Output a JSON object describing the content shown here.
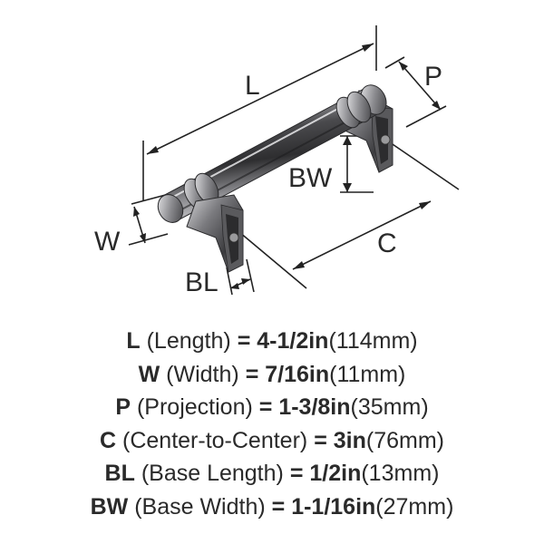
{
  "labels": {
    "length": "L",
    "projection": "P",
    "base_width": "BW",
    "width": "W",
    "center": "C",
    "base_length": "BL"
  },
  "specs": [
    {
      "abbr": "L",
      "name": "(Length)",
      "eq": "=",
      "value": "4-1/2in",
      "metric": "(114mm)"
    },
    {
      "abbr": "W",
      "name": "(Width)",
      "eq": "=",
      "value": "7/16in",
      "metric": "(11mm)"
    },
    {
      "abbr": "P",
      "name": "(Projection)",
      "eq": "=",
      "value": "1-3/8in",
      "metric": "(35mm)"
    },
    {
      "abbr": "C",
      "name": "(Center-to-Center)",
      "eq": "=",
      "value": "3in",
      "metric": "(76mm)"
    },
    {
      "abbr": "BL",
      "name": "(Base Length)",
      "eq": "=",
      "value": "1/2in",
      "metric": "(13mm)"
    },
    {
      "abbr": "BW",
      "name": "(Base Width)",
      "eq": "=",
      "value": "1-1/16in",
      "metric": "(27mm)"
    }
  ],
  "colors": {
    "text": "#2a2a2a",
    "line": "#222222",
    "metal_dark": "#3a3a3a",
    "metal_mid": "#7d7d80",
    "metal_light": "#d8d8da"
  },
  "icons": {
    "product": "cabinet-bar-pull"
  }
}
